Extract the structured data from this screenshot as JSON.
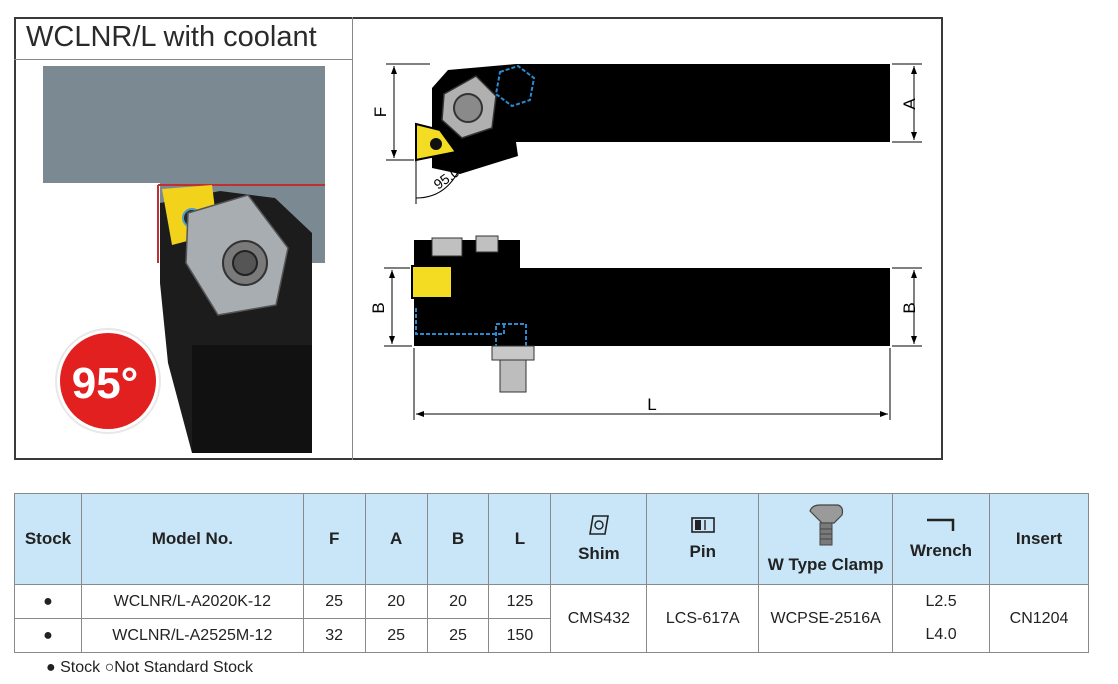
{
  "title": "WCLNR/L with coolant",
  "angle_badge": "95°",
  "drawing_labels": {
    "f": "F",
    "a": "A",
    "b_left": "B",
    "b_right": "B",
    "l": "L",
    "angle": "95.0°"
  },
  "table": {
    "headers": {
      "stock": "Stock",
      "model": "Model No.",
      "f": "F",
      "a": "A",
      "b": "B",
      "l": "L",
      "shim": "Shim",
      "pin": "Pin",
      "clamp": "W Type Clamp",
      "wrench": "Wrench",
      "insert": "Insert"
    },
    "rows": [
      {
        "stock": "●",
        "model": "WCLNR/L-A2020K-12",
        "f": "25",
        "a": "20",
        "b": "20",
        "l": "125",
        "wrench": "L2.5"
      },
      {
        "stock": "●",
        "model": "WCLNR/L-A2525M-12",
        "f": "32",
        "a": "25",
        "b": "25",
        "l": "150",
        "wrench": "L4.0"
      }
    ],
    "shared": {
      "shim": "CMS432",
      "pin": "LCS-617A",
      "clamp": "WCPSE-2516A",
      "insert": "CN1204"
    }
  },
  "legend": "● Stock ○Not Standard Stock",
  "icons": [
    "shim-icon",
    "pin-icon",
    "clamp-icon",
    "wrench-icon"
  ]
}
